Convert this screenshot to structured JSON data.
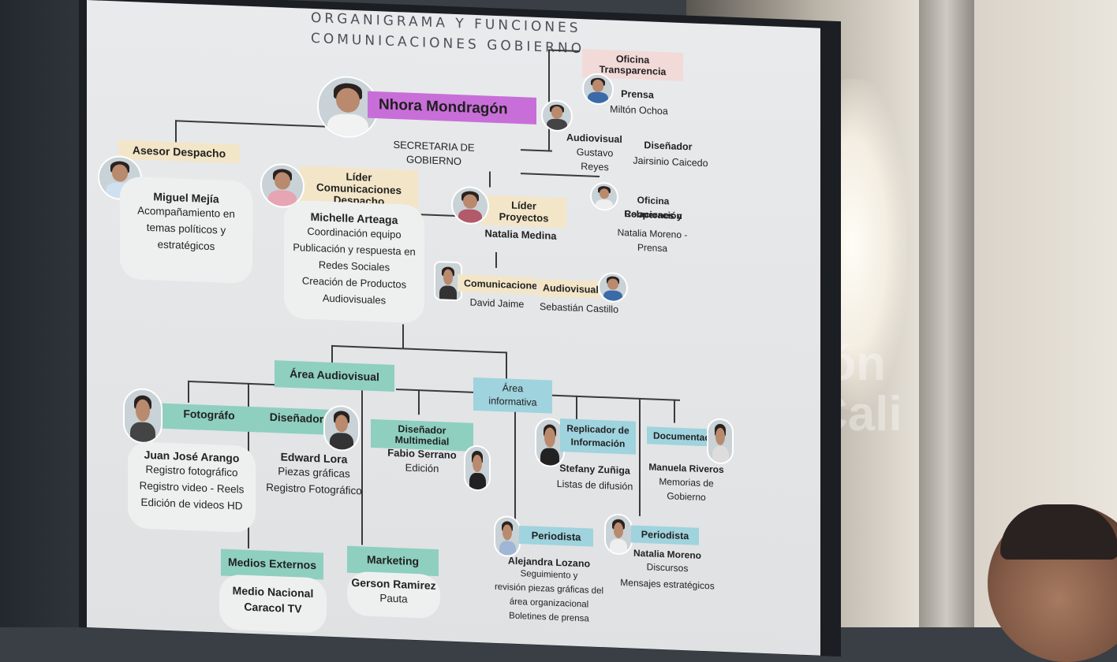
{
  "title_line1": "ORGANIGRAMA Y FUNCIONES",
  "title_line2": "COMUNICACIONES GOBIERNO",
  "head": {
    "name": "Nhora Mondragón",
    "role": "SECRETARIA DE GOBIERNO"
  },
  "transparencia": {
    "office": "Oficina Transparencia",
    "prensa_role": "Prensa",
    "prensa_name": "Miltón Ochoa",
    "audiovisual_role": "Audiovisual",
    "audiovisual_name": "Gustavo Reyes",
    "disenador_role": "Diseñador",
    "disenador_name": "Jairsinio Caicedo"
  },
  "relaciones": {
    "office_l1": "Oficina Relaciones y",
    "office_l2": "Cooperación",
    "name": "Natalia Moreno - Prensa"
  },
  "asesor": {
    "role": "Asesor Despacho",
    "name": "Miguel Mejía",
    "d1": "Acompañamiento en",
    "d2": "temas políticos y",
    "d3": "estratégicos"
  },
  "lider_com": {
    "role_l1": "Líder Comunicaciones",
    "role_l2": "Despacho",
    "name": "Michelle Arteaga",
    "d1": "Coordinación equipo",
    "d2": "Publicación y respuesta en",
    "d3": "Redes Sociales",
    "d4": "Creación de Productos",
    "d5": "Audiovisuales"
  },
  "lider_proy": {
    "role": "Líder Proyectos",
    "name": "Natalia Medina"
  },
  "comunicaciones": {
    "role": "Comunicaciones",
    "name": "David Jaime"
  },
  "audiovisual2": {
    "role": "Audiovisual",
    "name": "Sebastián Castillo"
  },
  "area_audiovisual": "Área Audiovisual",
  "area_informativa_l1": "Área",
  "area_informativa_l2": "informativa",
  "fotografo": {
    "role": "Fotográfo",
    "name": "Juan José Arango",
    "d1": "Registro fotográfico",
    "d2": "Registro video - Reels",
    "d3": "Edición de videos HD"
  },
  "disenador": {
    "role": "Diseñador",
    "name": "Edward Lora",
    "d1": "Piezas gráficas",
    "d2": "Registro Fotográfico"
  },
  "multimedial": {
    "role": "Diseñador Multimedial",
    "name": "Fabio Serrano",
    "d1": "Edición"
  },
  "replicador": {
    "role_l1": "Replicador de",
    "role_l2": "Información",
    "name": "Stefany Zuñiga",
    "d1": "Listas de difusión"
  },
  "documentacion": {
    "role": "Documentación",
    "name": "Manuela Riveros",
    "d1": "Memorias de Gobierno"
  },
  "medios": {
    "role": "Medios Externos",
    "d1": "Medio Nacional",
    "d2": "Caracol TV"
  },
  "marketing": {
    "role": "Marketing",
    "name": "Gerson Ramirez",
    "d1": "Pauta"
  },
  "periodista1": {
    "role": "Periodista",
    "name": "Alejandra Lozano",
    "d1": "Seguimiento y",
    "d2": "revisión piezas gráficas del",
    "d3": "área organizacional",
    "d4": "Boletines de prensa"
  },
  "periodista2": {
    "role": "Periodista",
    "name": "Natalia Moreno",
    "d1": "Discursos",
    "d2": "Mensajes estratégicos"
  },
  "wall_logo": "ión\nCali",
  "colors": {
    "head": "#c86ed8",
    "yellow": "#f3e6c8",
    "teal": "#8ecfc0",
    "blue": "#9fd3de"
  }
}
